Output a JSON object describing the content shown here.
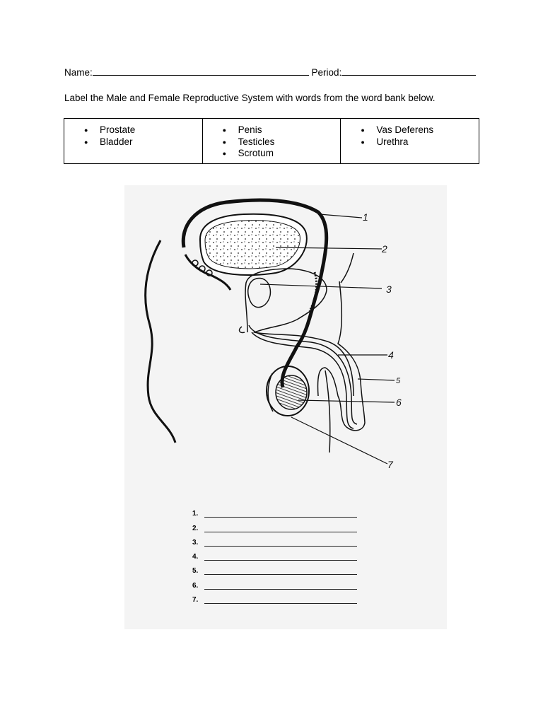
{
  "header": {
    "name_label": "Name:",
    "period_label": "Period:"
  },
  "instructions": "Label the Male and Female Reproductive System with words from the word bank below.",
  "word_bank": {
    "columns": [
      [
        "Prostate",
        "Bladder"
      ],
      [
        "Penis",
        "Testicles",
        "Scrotum"
      ],
      [
        "Vas Deferens",
        "Urethra"
      ]
    ]
  },
  "diagram": {
    "labels": [
      "1",
      "2",
      "3",
      "4",
      "5",
      "6",
      "7"
    ]
  },
  "answers": {
    "numbers": [
      "1.",
      "2.",
      "3.",
      "4.",
      "5.",
      "6.",
      "7."
    ]
  }
}
